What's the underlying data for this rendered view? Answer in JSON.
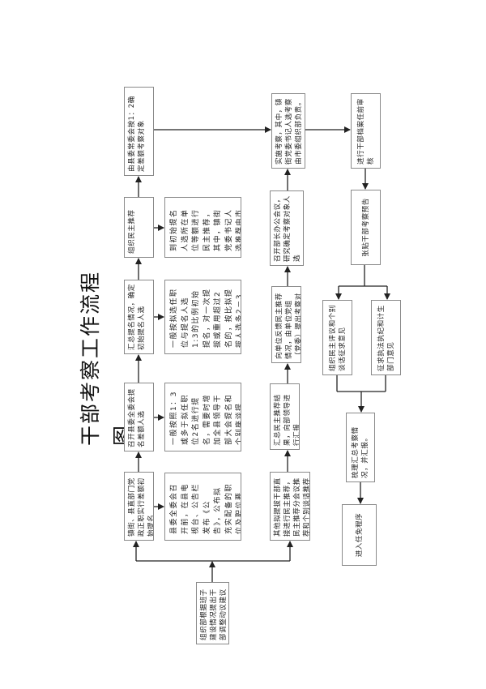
{
  "title": "干部考察工作流程图",
  "colors": {
    "line": "#222222",
    "box_border": "#8a8a8a"
  },
  "start": "组织部根据班子建设情况提出干部调整动议建议",
  "row1": [
    "镇街、县直部门党政正职实行差额初始提名",
    "召开县委全委会提名差额人选",
    "汇总提名情况，确定初始提名人选",
    "组织民主推荐",
    "由县委常委会按1：2确定差额考察对象"
  ],
  "row2": [
    "县委全委会召开前，在县电视台、公告栏发布《公告》，公布拟充实配备的职位及职位要求、选任方法及选任程序。",
    "一般按照1：3或多于拟任职位2名进行提名，需要时增加全县领导干部大会提名和个别座谈提名。",
    "一般按拟选任职位与提名人选1:3的比例初始提名，对一次提拔或重用超过2名的，按比拟提拔人选多2－3名进行提名，镇街党政正职初",
    "到初始提名人选所在单位等额进行民主推荐，其中，镇街党委书记人选推荐由市委组"
  ],
  "row3": [
    "其他拟提拔干部直接进行民主推荐，民主推荐分会议推荐和个别谈话推荐",
    "汇总民主推荐结果，向部领导进行汇报",
    "向单位反馈民主推荐情况，由单位党组（党委）提出考察对象建议名单",
    "召开部长办公会议，研究确定考察对象人选",
    "实施考察，其中，镇街党委书记人选考察由市委组织部负责。"
  ],
  "row4": {
    "archive_review": "进行干部档案任前审核",
    "notice": "张贴干部考察预告",
    "democratic_review": "组织民主评议和个别谈话征求意见",
    "solicit_opinions": "征求执法执纪和计生部门意见",
    "summary": "梳理汇总考察情况，并汇报。",
    "appointment": "进入任免程序"
  }
}
